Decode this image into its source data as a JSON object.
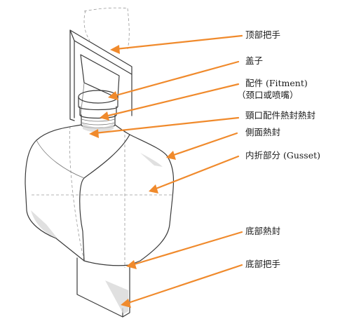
{
  "labels": {
    "top_handle": "顶部把手",
    "cap": "盖子",
    "fitment_line1": "配件 (Fitment)",
    "fitment_line2": "（颈口或喷嘴）",
    "neck_fitment_seal": "頸口配件熱封熱封",
    "side_seal": "側面熱封",
    "gusset": "内折部分 (Gusset)",
    "bottom_seal": "底部熱封",
    "bottom_handle": "底部把手"
  },
  "colors": {
    "arrow": "#f08a2c",
    "line": "#3a3a3a",
    "text": "#1a1a1a"
  }
}
